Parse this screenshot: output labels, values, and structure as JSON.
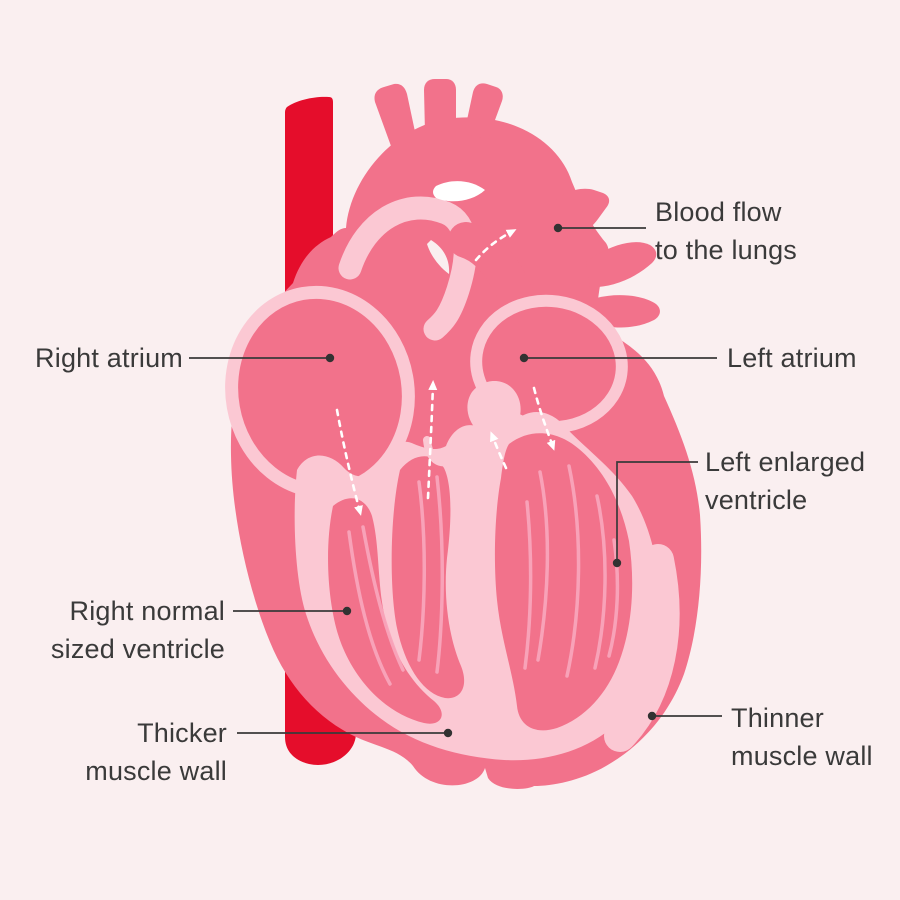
{
  "figure": {
    "type": "medical-diagram",
    "subject": "Heart cross-section with enlarged left ventricle"
  },
  "palette": {
    "background": "#faeff0",
    "heart_pink": "#f2728b",
    "lining_pink": "#fbc8d3",
    "vessel_red": "#e50d2b",
    "arrow_white": "#ffffff",
    "label_text": "#3a3a3a",
    "leader_line": "#3a3a3a"
  },
  "labels": {
    "blood_flow": {
      "line1": "Blood flow",
      "line2": "to the lungs"
    },
    "right_atrium": {
      "line1": "Right atrium"
    },
    "left_atrium": {
      "line1": "Left atrium"
    },
    "left_ventricle": {
      "line1": "Left enlarged",
      "line2": "ventricle"
    },
    "right_ventricle": {
      "line1": "Right normal",
      "line2": "sized ventricle"
    },
    "thicker_wall": {
      "line1": "Thicker",
      "line2": "muscle wall"
    },
    "thinner_wall": {
      "line1": "Thinner",
      "line2": "muscle wall"
    }
  }
}
